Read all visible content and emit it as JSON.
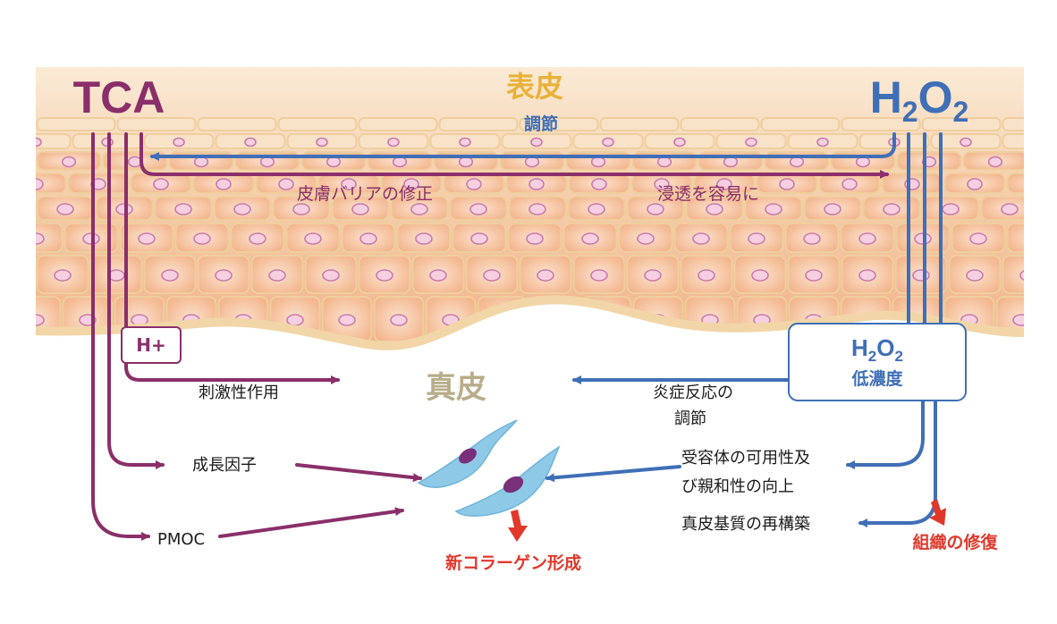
{
  "labels": {
    "tca": "TCA",
    "h2o2_h": "H",
    "h2o2_sub1": "2",
    "h2o2_o": "O",
    "h2o2_sub2": "2",
    "epidermis": "表皮",
    "regulation_top": "調節",
    "barrier_repair": "皮膚バリアの修正",
    "easy_penetration": "浸透を容易に",
    "h_plus": "H+",
    "low_conc_h": "H",
    "low_conc_sub1": "2",
    "low_conc_o": "O",
    "low_conc_sub2": "2",
    "low_concentration": "低濃度",
    "stimulation": "刺激性作用",
    "dermis": "真皮",
    "inflammation_line1": "炎症反応の",
    "inflammation_line2": "調節",
    "growth_factor": "成長因子",
    "receptor_line1": "受容体の可用性及",
    "receptor_line2": "び親和性の向上",
    "pmoc": "PMOC",
    "matrix_remodel": "真皮基質の再構築",
    "new_collagen": "新コラーゲン形成",
    "tissue_repair": "組織の修復"
  },
  "colors": {
    "tca": "#8a2f6a",
    "h2o2": "#3f6fb6",
    "epidermis_label": "#e8b23a",
    "dermis_label": "#b8ad8a",
    "result_red": "#e0382b",
    "skin_light": "#f7d8b8",
    "skin_dark": "#f2b98f",
    "cell_border": "#e9c89a",
    "nucleus": "#c97aa8",
    "fibroblast": "#8ec9e8"
  }
}
